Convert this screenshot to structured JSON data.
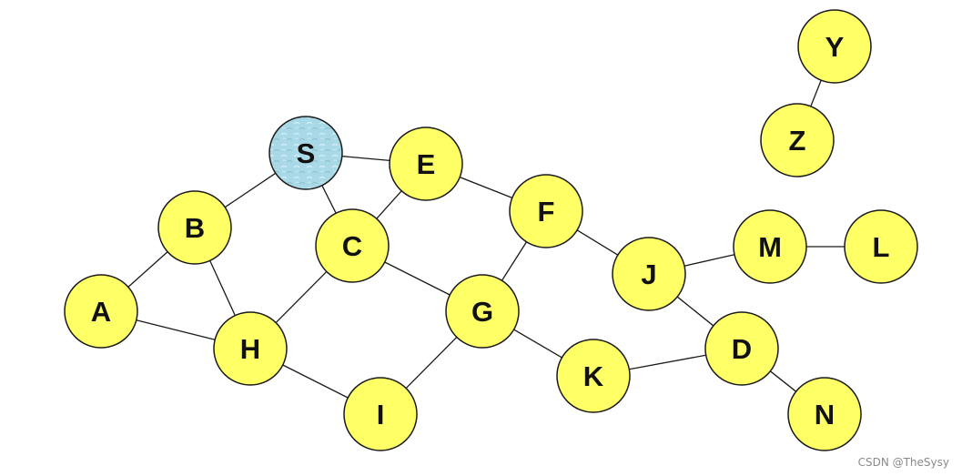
{
  "colors": {
    "node_fill": "#ffff66",
    "start_fill": "#a9d9e6",
    "stroke": "#1a1a1a"
  },
  "graph": {
    "start_node": "S",
    "nodes": [
      {
        "id": "S",
        "label": "S"
      },
      {
        "id": "E",
        "label": "E"
      },
      {
        "id": "B",
        "label": "B"
      },
      {
        "id": "C",
        "label": "C"
      },
      {
        "id": "A",
        "label": "A"
      },
      {
        "id": "H",
        "label": "H"
      },
      {
        "id": "I",
        "label": "I"
      },
      {
        "id": "F",
        "label": "F"
      },
      {
        "id": "G",
        "label": "G"
      },
      {
        "id": "K",
        "label": "K"
      },
      {
        "id": "J",
        "label": "J"
      },
      {
        "id": "M",
        "label": "M"
      },
      {
        "id": "L",
        "label": "L"
      },
      {
        "id": "D",
        "label": "D"
      },
      {
        "id": "N",
        "label": "N"
      },
      {
        "id": "Y",
        "label": "Y"
      },
      {
        "id": "Z",
        "label": "Z"
      }
    ],
    "edges": [
      [
        "S",
        "E"
      ],
      [
        "S",
        "B"
      ],
      [
        "S",
        "C"
      ],
      [
        "E",
        "C"
      ],
      [
        "E",
        "F"
      ],
      [
        "B",
        "A"
      ],
      [
        "B",
        "H"
      ],
      [
        "A",
        "H"
      ],
      [
        "C",
        "H"
      ],
      [
        "C",
        "G"
      ],
      [
        "H",
        "I"
      ],
      [
        "I",
        "G"
      ],
      [
        "F",
        "G"
      ],
      [
        "F",
        "J"
      ],
      [
        "G",
        "K"
      ],
      [
        "K",
        "D"
      ],
      [
        "J",
        "M"
      ],
      [
        "M",
        "L"
      ],
      [
        "J",
        "D"
      ],
      [
        "D",
        "N"
      ],
      [
        "Y",
        "Z"
      ]
    ]
  },
  "watermark": "CSDN @TheSysy"
}
